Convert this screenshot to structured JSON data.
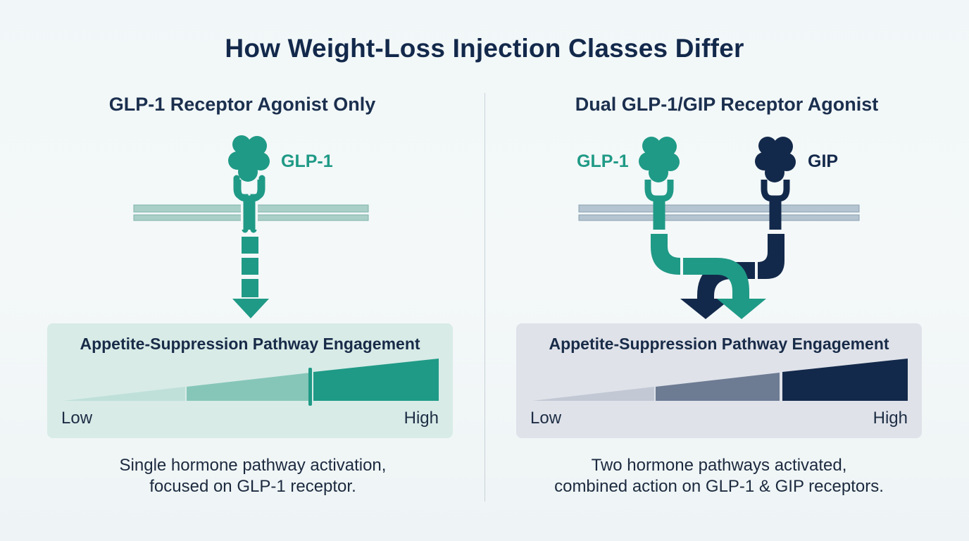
{
  "title": "How Weight-Loss Injection Classes Differ",
  "left_panel": {
    "heading": "GLP-1 Receptor Agonist Only",
    "hormone_label": "GLP-1",
    "meter": {
      "title": "Appetite-Suppression Pathway Engagement",
      "low_label": "Low",
      "high_label": "High",
      "level_fraction": 0.63
    },
    "caption_line1": "Single hormone pathway activation,",
    "caption_line2": "focused on GLP-1 receptor."
  },
  "right_panel": {
    "heading": "Dual GLP-1/GIP Receptor Agonist",
    "hormone_label_1": "GLP-1",
    "hormone_label_2": "GIP",
    "meter": {
      "title": "Appetite-Suppression Pathway Engagement",
      "low_label": "Low",
      "high_label": "High",
      "level_fraction": 1.0
    },
    "caption_line1": "Two hormone pathways activated,",
    "caption_line2": "combined action on GLP-1 & GIP receptors."
  },
  "colors": {
    "glp1_teal": "#1f9a86",
    "gip_navy": "#13294b",
    "membrane_left": "#a9cfc8",
    "membrane_right": "#a6b8c6"
  },
  "icons": {
    "hormone": "hormone-molecule-icon",
    "receptor": "receptor-icon",
    "arrow": "signal-arrow-icon"
  }
}
